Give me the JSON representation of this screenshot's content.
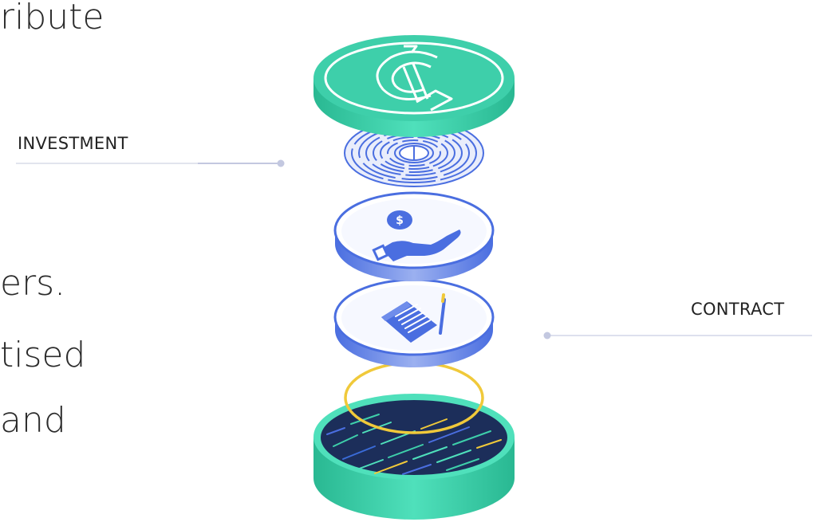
{
  "text_fragments": {
    "line1": "ribute",
    "line2": "ers.",
    "line3": "tised",
    "line4": "and"
  },
  "callouts": {
    "left_label": "INVESTMENT",
    "right_label": "CONTRACT"
  },
  "colors": {
    "mint": "#3ecfaa",
    "mint_dark": "#22b08d",
    "blue": "#4a6ee0",
    "blue_light": "#8fa4ea",
    "gold": "#f0c93a",
    "navy": "#1c2e5a",
    "connector": "#c8cce3"
  },
  "icons": {
    "coin_symbol": "crypto-coin-icon",
    "maze": "maze-disc-icon",
    "investment": "hand-dollar-icon",
    "contract": "document-pen-icon"
  }
}
